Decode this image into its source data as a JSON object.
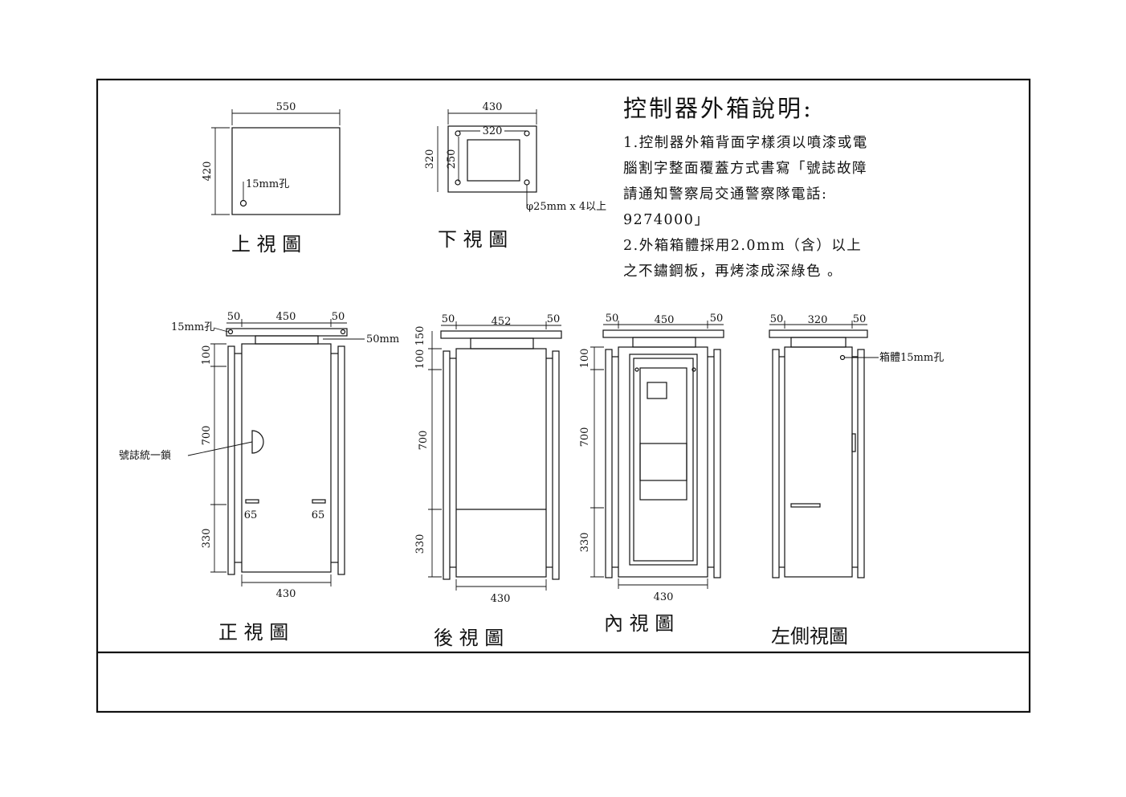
{
  "notes": {
    "title": "控制器外箱說明:",
    "lines": [
      "1.控制器外箱背面字樣須以噴漆或電",
      "腦割字整面覆蓋方式書寫「號誌故障",
      "請通知警察局交通警察隊電話:",
      "9274000」",
      "2.外箱箱體採用2.0mm（含）以上",
      "之不鏽鋼板，再烤漆成深綠色 。"
    ]
  },
  "views": {
    "top": {
      "title": "上 視 圖",
      "width": "550",
      "depth": "420",
      "hole": "15mm孔"
    },
    "bottom": {
      "title": "下 視 圖",
      "width": "430",
      "inner_width": "320",
      "depth": "320",
      "inner_depth": "250",
      "holes": "φ25mm x 4以上"
    },
    "front": {
      "title": "正 視 圖",
      "hole": "15mm孔",
      "top_left": "50",
      "top_mid": "450",
      "top_right": "50",
      "roof_gap": "50mm",
      "h_top": "100",
      "h_mid": "700",
      "h_bot": "330",
      "lock": "號誌統一鎖",
      "left_65": "65",
      "right_65": "65",
      "width": "430"
    },
    "rear": {
      "title": "後 視 圖",
      "top_left": "50",
      "top_mid": "452",
      "top_right": "50",
      "h_150": "150",
      "h_top": "100",
      "h_mid": "700",
      "h_bot": "330",
      "width": "430"
    },
    "inner": {
      "title": "內 視 圖",
      "top_left": "50",
      "top_mid": "450",
      "top_right": "50",
      "h_top": "100",
      "h_mid": "700",
      "h_bot": "330",
      "width": "430"
    },
    "left": {
      "title": "左側視圖",
      "top_left": "50",
      "top_mid": "320",
      "top_right": "50",
      "hole": "箱體15mm孔"
    }
  }
}
